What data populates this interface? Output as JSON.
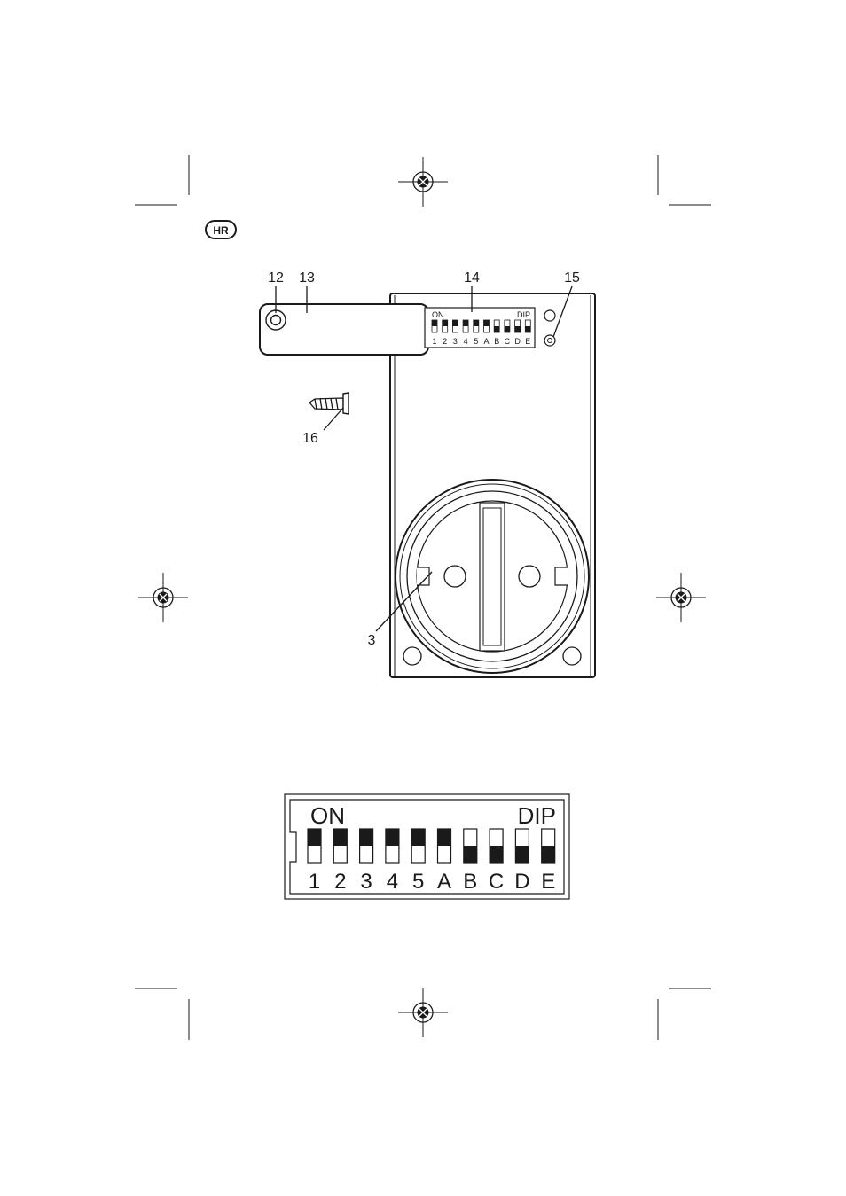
{
  "badge": {
    "text": "HR"
  },
  "callouts": [
    {
      "id": "12",
      "label": "12"
    },
    {
      "id": "13",
      "label": "13"
    },
    {
      "id": "14",
      "label": "14"
    },
    {
      "id": "15",
      "label": "15"
    },
    {
      "id": "16",
      "label": "16"
    },
    {
      "id": "3",
      "label": "3"
    }
  ],
  "dip_small": {
    "on_label": "ON",
    "dip_label": "DIP",
    "switches": [
      "1",
      "2",
      "3",
      "4",
      "5",
      "A",
      "B",
      "C",
      "D",
      "E"
    ],
    "states": [
      "on",
      "on",
      "on",
      "on",
      "on",
      "on",
      "off",
      "off",
      "off",
      "off"
    ]
  },
  "dip_large": {
    "on_label": "ON",
    "dip_label": "DIP",
    "switches": [
      "1",
      "2",
      "3",
      "4",
      "5",
      "A",
      "B",
      "C",
      "D",
      "E"
    ],
    "states": [
      "on",
      "on",
      "on",
      "on",
      "on",
      "on",
      "off",
      "off",
      "off",
      "off"
    ]
  }
}
